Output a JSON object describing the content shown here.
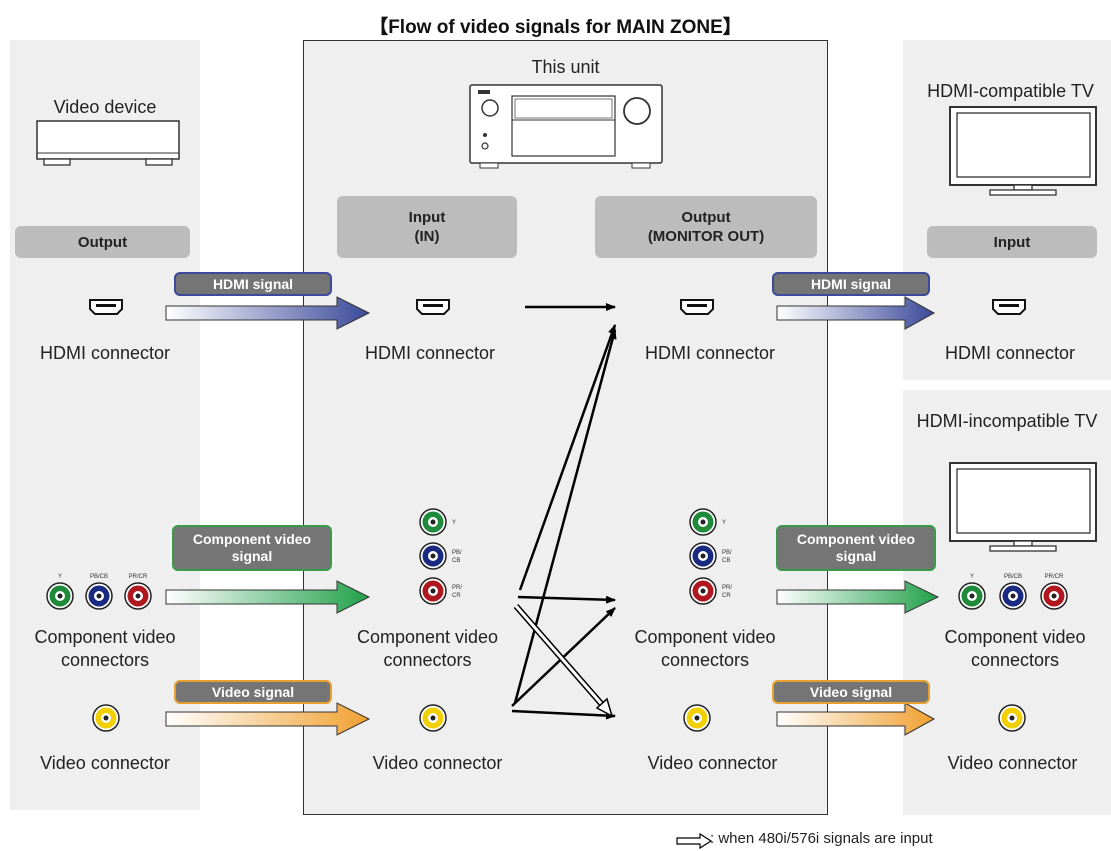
{
  "title": "【Flow of video signals for MAIN ZONE】",
  "columns": {
    "source": {
      "device": "Video device",
      "header": "Output"
    },
    "unit": {
      "device": "This unit",
      "input_header": "Input\n(IN)",
      "output_header": "Output\n(MONITOR OUT)"
    },
    "hdmi_tv": {
      "device": "HDMI-compatible TV",
      "header": "Input"
    },
    "nonhdmi_tv": {
      "device": "HDMI-incompatible TV"
    }
  },
  "connectors": {
    "hdmi": "HDMI connector",
    "component": "Component video connectors",
    "video": "Video connector"
  },
  "jack_labels": {
    "y": "Y",
    "pb": "PB/CB",
    "pr": "PR/CR",
    "pb_short": "PB/",
    "cb": "CB",
    "pr_short": "PR/",
    "cr": "CR"
  },
  "signals": {
    "hdmi": "HDMI signal",
    "component": "Component video signal",
    "video": "Video signal"
  },
  "legend": ": when 480i/576i signals are input",
  "colors": {
    "hdmi_arrow": "#3b4a9a",
    "component_arrow": "#2a9a4a",
    "video_arrow": "#f0a030",
    "panel": "#efefef",
    "header_bg": "#bcbcbc",
    "tag_bg": "#757575"
  }
}
